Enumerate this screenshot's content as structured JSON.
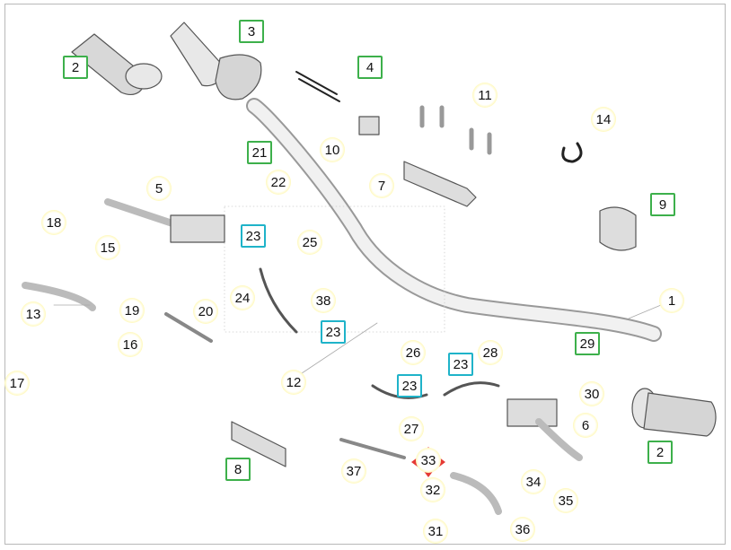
{
  "diagram": {
    "parts": [
      {
        "label": "1",
        "style": "yellow"
      },
      {
        "label": "2",
        "style": "green"
      },
      {
        "label": "2",
        "style": "green"
      },
      {
        "label": "3",
        "style": "green"
      },
      {
        "label": "4",
        "style": "green"
      },
      {
        "label": "5",
        "style": "yellow"
      },
      {
        "label": "6",
        "style": "yellow"
      },
      {
        "label": "7",
        "style": "yellow"
      },
      {
        "label": "8",
        "style": "green"
      },
      {
        "label": "9",
        "style": "green"
      },
      {
        "label": "10",
        "style": "yellow"
      },
      {
        "label": "11",
        "style": "yellow"
      },
      {
        "label": "12",
        "style": "yellow"
      },
      {
        "label": "13",
        "style": "yellow"
      },
      {
        "label": "14",
        "style": "yellow"
      },
      {
        "label": "15",
        "style": "yellow"
      },
      {
        "label": "16",
        "style": "yellow"
      },
      {
        "label": "17",
        "style": "yellow"
      },
      {
        "label": "18",
        "style": "yellow"
      },
      {
        "label": "19",
        "style": "yellow"
      },
      {
        "label": "20",
        "style": "yellow"
      },
      {
        "label": "21",
        "style": "green"
      },
      {
        "label": "22",
        "style": "yellow"
      },
      {
        "label": "23",
        "style": "cyan"
      },
      {
        "label": "23",
        "style": "cyan"
      },
      {
        "label": "23",
        "style": "cyan"
      },
      {
        "label": "23",
        "style": "cyan"
      },
      {
        "label": "24",
        "style": "yellow"
      },
      {
        "label": "25",
        "style": "yellow"
      },
      {
        "label": "26",
        "style": "yellow"
      },
      {
        "label": "27",
        "style": "yellow"
      },
      {
        "label": "28",
        "style": "yellow"
      },
      {
        "label": "29",
        "style": "green"
      },
      {
        "label": "30",
        "style": "yellow"
      },
      {
        "label": "31",
        "style": "yellow"
      },
      {
        "label": "32",
        "style": "yellow"
      },
      {
        "label": "33",
        "style": "yellow"
      },
      {
        "label": "34",
        "style": "yellow"
      },
      {
        "label": "35",
        "style": "yellow"
      },
      {
        "label": "36",
        "style": "yellow"
      },
      {
        "label": "37",
        "style": "yellow"
      },
      {
        "label": "38",
        "style": "yellow"
      }
    ],
    "colors": {
      "callout_yellow": "#fbe66a",
      "callout_green": "#3db04b",
      "callout_cyan": "#1fb3c9",
      "line": "#555555",
      "marker": "#e53935"
    }
  }
}
